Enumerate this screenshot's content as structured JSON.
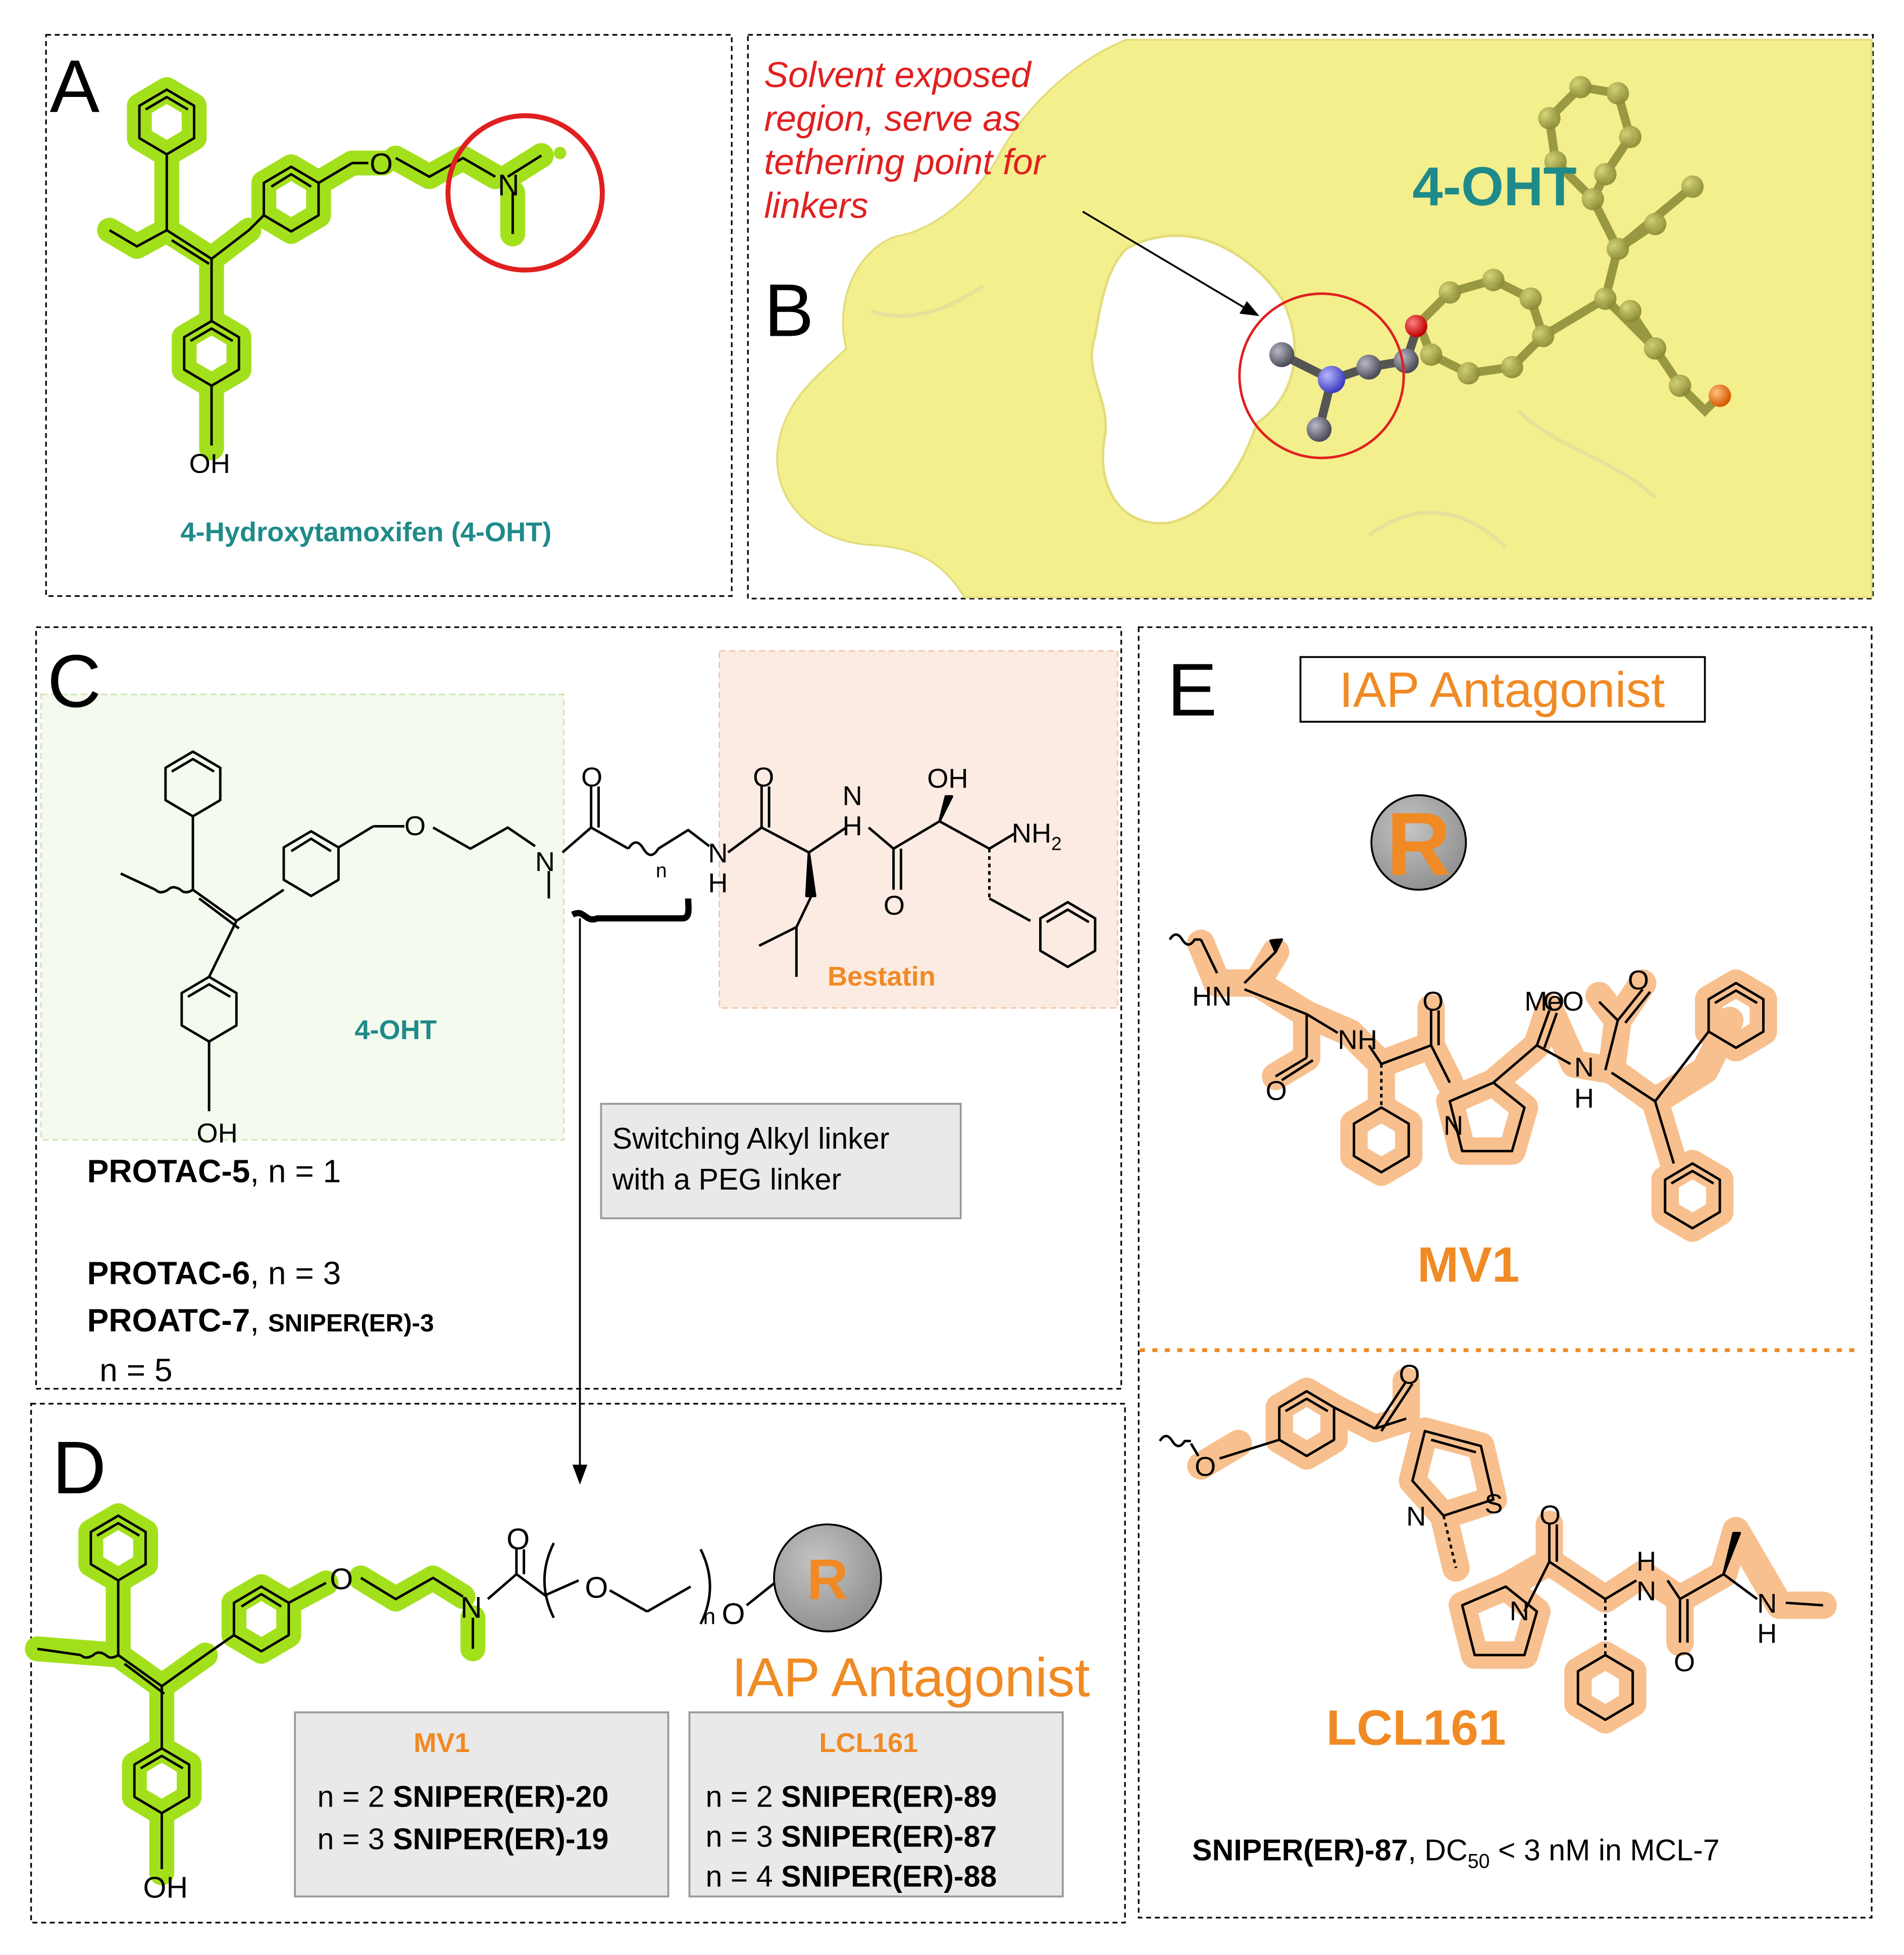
{
  "colors": {
    "highlight_green": "#a3e01c",
    "orange": "#f08a24",
    "orange_glow": "#f7c08e",
    "teal": "#1f8a8a",
    "red": "#e02020",
    "protein_yellow": "#f3ef8c",
    "grey_box": "#e9e9e9"
  },
  "panel_a": {
    "letter": "A",
    "oh": "OH",
    "o": "O",
    "n": "N",
    "caption": "4-Hydroxytamoxifen (4-OHT)"
  },
  "panel_b": {
    "letter": "B",
    "annotation_line1": "Solvent exposed",
    "annotation_line2": "region, serve as",
    "annotation_line3": "tethering point for",
    "annotation_line4": "linkers",
    "ligand_label": "4-OHT"
  },
  "panel_c": {
    "letter": "C",
    "ohtx_label": "4-OHT",
    "bestatin_label": "Bestatin",
    "atoms": {
      "o": "O",
      "n": "N",
      "nh": "N",
      "h": "H",
      "oh": "OH",
      "nh2": "NH",
      "nh2_sub": "2",
      "n_sub": "n"
    },
    "compounds": [
      {
        "name": "PROTAC-5",
        "rest": ", n = 1"
      },
      {
        "name": "PROTAC-6",
        "rest": ", n = 3"
      },
      {
        "name": "PROATC-7",
        "rest": ", ",
        "extra": "SNIPER(ER)-3"
      }
    ],
    "n5": "n = 5",
    "switch_line1": "Switching Alkyl linker",
    "switch_line2": "with a PEG linker"
  },
  "panel_d": {
    "letter": "D",
    "r": "R",
    "iap_label": "IAP Antagonist",
    "atoms": {
      "o": "O",
      "n": "N",
      "oh": "OH",
      "n_sub": "n"
    },
    "mv1_box": {
      "title": "MV1",
      "rows": [
        {
          "prefix": "n = 2 ",
          "name": "SNIPER(ER)-20"
        },
        {
          "prefix": "n = 3 ",
          "name": "SNIPER(ER)-19"
        }
      ]
    },
    "lcl_box": {
      "title": "LCL161",
      "rows": [
        {
          "prefix": "n = 2 ",
          "name": "SNIPER(ER)-89"
        },
        {
          "prefix": "n = 3 ",
          "name": "SNIPER(ER)-87"
        },
        {
          "prefix": "n =  4 ",
          "name": "SNIPER(ER)-88"
        }
      ]
    }
  },
  "panel_e": {
    "letter": "E",
    "title": "IAP Antagonist",
    "r": "R",
    "mv1_label": "MV1",
    "lcl_label": "LCL161",
    "atoms": {
      "hn": "HN",
      "nh": "NH",
      "n": "N",
      "h": "H",
      "o": "O",
      "meo": "MeO",
      "s": "S"
    },
    "footer_name": "SNIPER(ER)-87",
    "footer_rest": ", DC",
    "footer_sub": "50",
    "footer_tail": " < 3 nM in MCL-7"
  }
}
